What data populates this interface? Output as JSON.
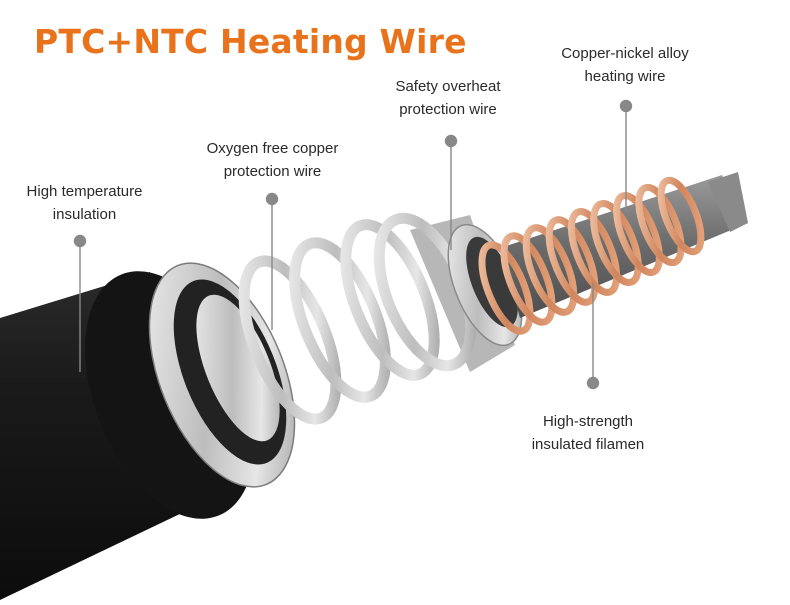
{
  "title": "PTC+NTC Heating Wire",
  "labels": {
    "insulation": [
      "High temperature",
      "insulation"
    ],
    "copper": [
      "Oxygen free copper",
      "protection wire"
    ],
    "safety": [
      "Safety overheat",
      "protection wire"
    ],
    "alloy": [
      "Copper-nickel alloy",
      "heating wire"
    ],
    "filament": [
      "High-strength",
      "insulated filamen"
    ]
  },
  "colors": {
    "title": "#e8731c",
    "leader": "#888888",
    "jacket": "#1c1c1c",
    "steel": "#c9c9c9",
    "copper": "#d99570",
    "core": "#6e6e6e"
  }
}
